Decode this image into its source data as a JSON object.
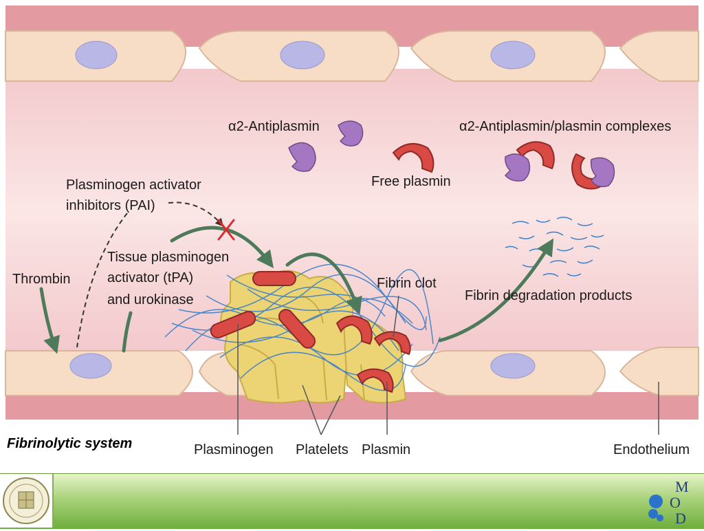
{
  "caption": "Fibrinolytic system",
  "labels": {
    "alpha_antiplasmin": "α2-Antiplasmin",
    "complexes": "α2-Antiplasmin/plasmin complexes",
    "free_plasmin": "Free plasmin",
    "pai_line1": "Plasminogen activator",
    "pai_line2": "inhibitors (PAI)",
    "thrombin": "Thrombin",
    "tpa_line1": "Tissue plasminogen",
    "tpa_line2": "activator (tPA)",
    "tpa_line3": "and urokinase",
    "fibrin_clot": "Fibrin clot",
    "fdp": "Fibrin degradation products",
    "plasminogen": "Plasminogen",
    "platelets": "Platelets",
    "plasmin": "Plasmin",
    "endothelium": "Endothelium"
  },
  "logo": {
    "letters": [
      "M",
      "O",
      "D"
    ]
  },
  "colors": {
    "vessel_wall": "#e39aa0",
    "lumen": "#f8d8da",
    "cell": "#f7dcc6",
    "nucleus": "#b9b7e6",
    "platelet": "#ecd474",
    "plasmin": "#d94a44",
    "antiplasmin": "#a577c2",
    "fibrin": "#3a7ec8",
    "arrow": "#4d7a5a"
  }
}
